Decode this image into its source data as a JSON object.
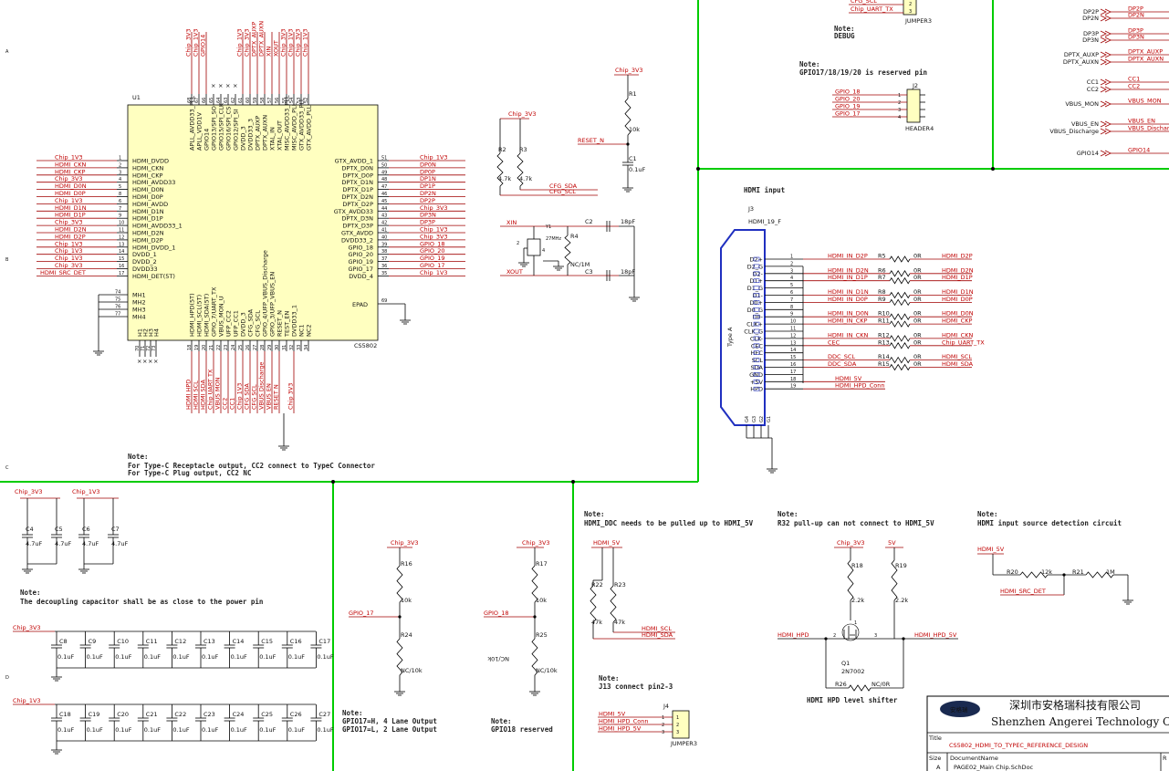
{
  "notes": {
    "note_label": "Note:",
    "typec_1": "For Type-C Receptacle output, CC2 connect to TypeC Connector",
    "typec_2": "For Type-C Plug output, CC2 NC",
    "debug": "DEBUG",
    "reserved": "GPIO17/18/19/20 is reserved pin",
    "decoupling": "The decoupling capacitor shall be as close to the power pin",
    "gpio17_1": "GPIO17=H, 4 Lane Output",
    "gpio17_2": "GPIO17=L, 2 Lane Output",
    "gpio18": "GPIO18 reserved",
    "ddc": "HDMI_DDC needs to be pulled up to HDMI_5V",
    "r32": "R32 pull-up can not connect to HDMI_5V",
    "detect": "HDMI input source detection circuit",
    "j13": "J13 connect pin2-3",
    "level_shifter": "HDMI HPD level shifter",
    "hdmi_input": "HDMI input"
  },
  "u1": {
    "ref": "U1",
    "part": "CS5802",
    "left_pins": [
      {
        "n": "1",
        "name": "HDMI_DVDD",
        "net": "Chip_1V3"
      },
      {
        "n": "2",
        "name": "HDMI_CKN",
        "net": "HDMI_CKN"
      },
      {
        "n": "3",
        "name": "HDMI_CKP",
        "net": "HDMI_CKP"
      },
      {
        "n": "4",
        "name": "HDMI_AVDD33",
        "net": "Chip_3V3"
      },
      {
        "n": "5",
        "name": "HDMI_D0N",
        "net": "HDMI_D0N"
      },
      {
        "n": "8",
        "name": "HDMI_D0P",
        "net": "HDMI_D0P"
      },
      {
        "n": "6",
        "name": "HDMI_AVDD",
        "net": "Chip_1V3"
      },
      {
        "n": "7",
        "name": "HDMI_D1N",
        "net": "HDMI_D1N"
      },
      {
        "n": "9",
        "name": "HDMI_D1P",
        "net": "HDMI_D1P"
      },
      {
        "n": "10",
        "name": "HDMI_AVDD33_1",
        "net": "Chip_3V3"
      },
      {
        "n": "11",
        "name": "HDMI_D2N",
        "net": "HDMI_D2N"
      },
      {
        "n": "12",
        "name": "HDMI_D2P",
        "net": "HDMI_D2P"
      },
      {
        "n": "13",
        "name": "HDMI_DVDD_1",
        "net": "Chip_1V3"
      },
      {
        "n": "14",
        "name": "DVDD_1",
        "net": "Chip_1V3"
      },
      {
        "n": "15",
        "name": "DVDD_2",
        "net": "Chip_1V3"
      },
      {
        "n": "16",
        "name": "DVDD33",
        "net": "Chip_3V3"
      },
      {
        "n": "17",
        "name": "HDMI_DET(5T)",
        "net": "HDMI_SRC_DET"
      }
    ],
    "right_pins": [
      {
        "n": "51",
        "name": "GTX_AVDD_1",
        "net": "Chip_1V3"
      },
      {
        "n": "50",
        "name": "DPTX_D0N",
        "net": "DP0N"
      },
      {
        "n": "49",
        "name": "DPTX_D0P",
        "net": "DP0P"
      },
      {
        "n": "48",
        "name": "DPTX_D1N",
        "net": "DP1N"
      },
      {
        "n": "47",
        "name": "DPTX_D1P",
        "net": "DP1P"
      },
      {
        "n": "46",
        "name": "DPTX_D2N",
        "net": "DP2N"
      },
      {
        "n": "45",
        "name": "DPTX_D2P",
        "net": "DP2P"
      },
      {
        "n": "44",
        "name": "GTX_AVDD33",
        "net": "Chip_3V3"
      },
      {
        "n": "43",
        "name": "DPTX_D3N",
        "net": "DP3N"
      },
      {
        "n": "42",
        "name": "DPTX_D3P",
        "net": "DP3P"
      },
      {
        "n": "41",
        "name": "GTX_AVDD",
        "net": "Chip_1V3"
      },
      {
        "n": "40",
        "name": "DVDD33_2",
        "net": "Chip_3V3"
      },
      {
        "n": "39",
        "name": "GPIO_18",
        "net": "GPIO_18"
      },
      {
        "n": "38",
        "name": "GPIO_20",
        "net": "GPIO_20"
      },
      {
        "n": "37",
        "name": "GPIO_19",
        "net": "GPIO_19"
      },
      {
        "n": "36",
        "name": "GPIO_17",
        "net": "GPIO_17"
      },
      {
        "n": "35",
        "name": "DVDD_4",
        "net": "Chip_1V3"
      }
    ],
    "top_pins": [
      {
        "n": "68",
        "name": "APLL_AVDD33_PLL",
        "net": "Chip_3V3"
      },
      {
        "n": "67",
        "name": "APLL_VDD1V",
        "net": "Chip_1V3"
      },
      {
        "n": "66",
        "name": "GPIO14",
        "net": "GPIO14"
      },
      {
        "n": "65",
        "name": "GPIO13/SPI_SO",
        "net": ""
      },
      {
        "n": "64",
        "name": "GPIO15/SPI_CLK",
        "net": ""
      },
      {
        "n": "63",
        "name": "GPIO16/SPI_CS",
        "net": ""
      },
      {
        "n": "62",
        "name": "GPIO12/SPI_SI",
        "net": ""
      },
      {
        "n": "61",
        "name": "DVDD_3",
        "net": "Chip_1V3"
      },
      {
        "n": "60",
        "name": "DVDD33_3",
        "net": "Chip_3V3"
      },
      {
        "n": "59",
        "name": "DPTX_AUXP",
        "net": "DPTX_AUXP"
      },
      {
        "n": "58",
        "name": "DPTX_AUXN",
        "net": "DPTX_AUXN"
      },
      {
        "n": "57",
        "name": "XTAL_IN",
        "net": "XIN"
      },
      {
        "n": "56",
        "name": "XTAL_OUT",
        "net": "XOUT"
      },
      {
        "n": "55",
        "name": "MISC_AVDD33_PLL",
        "net": "Chip_3V3"
      },
      {
        "n": "54",
        "name": "MISC_AVDD_PLL",
        "net": "Chip_1V3"
      },
      {
        "n": "53",
        "name": "GTX_AVDD33_PLL",
        "net": "Chip_3V3"
      },
      {
        "n": "52",
        "name": "GTX_AVDD_PLL",
        "net": "Chip_1V3"
      }
    ],
    "bottom_pins": [
      {
        "n": "18",
        "name": "HDMI_HPD(5T)",
        "net": "HDMI HPD"
      },
      {
        "n": "19",
        "name": "HDMI_SCL(5T)",
        "net": "HDMI SCL"
      },
      {
        "n": "20",
        "name": "HDMI_SDA(5T)",
        "net": "HDMI SDA"
      },
      {
        "n": "21",
        "name": "GPIO_7/UART_TX",
        "net": "Chip UART TX"
      },
      {
        "n": "22",
        "name": "VBUS_MON_U",
        "net": "VBUS MON"
      },
      {
        "n": "23",
        "name": "UFP_CC2",
        "net": "CC2"
      },
      {
        "n": "24",
        "name": "UFP_CC1",
        "net": "CC1"
      },
      {
        "n": "25",
        "name": "DVDD_3",
        "net": "Chip 1V3"
      },
      {
        "n": "26",
        "name": "CFG_SDA",
        "net": "CFG SDA"
      },
      {
        "n": "27",
        "name": "CFG_SCL",
        "net": "CFG SCL"
      },
      {
        "n": "28",
        "name": "GPIO_4/UFP_VBUS_Discharge",
        "net": "VBUS Discharge"
      },
      {
        "n": "29",
        "name": "GPIO_3/UFP_VBUS_EN",
        "net": "VBUS EN"
      },
      {
        "n": "30",
        "name": "RESET_N",
        "net": "RESET N"
      },
      {
        "n": "31",
        "name": "TEST_EN",
        "net": ""
      },
      {
        "n": "32",
        "name": "DVDD33_1",
        "net": "Chip 3V3"
      },
      {
        "n": "33",
        "name": "NC1",
        "net": ""
      },
      {
        "n": "34",
        "name": "NC2",
        "net": ""
      }
    ],
    "mh_pins": [
      {
        "n": "74",
        "name": "MH1"
      },
      {
        "n": "75",
        "name": "MH2"
      },
      {
        "n": "76",
        "name": "MH3"
      },
      {
        "n": "77",
        "name": "MH4"
      }
    ],
    "h_pins": [
      "70",
      "71",
      "72",
      "73"
    ],
    "h_names": [
      "H1",
      "H2",
      "H3",
      "H4"
    ],
    "epad": {
      "n": "69",
      "name": "EPAD"
    }
  },
  "top_right": {
    "j_top": {
      "net_cfg_scl": "CFG_SCL",
      "net_uart": "Chip_UART_TX",
      "pin2": "2",
      "pin3": "3",
      "name": "JUMPER3"
    },
    "j2": {
      "ref": "J2",
      "name": "HEADER4",
      "pins": [
        {
          "n": "1",
          "net": "GPIO_18"
        },
        {
          "n": "2",
          "net": "GPIO_20"
        },
        {
          "n": "3",
          "net": "GPIO_19"
        },
        {
          "n": "4",
          "net": "GPIO_17"
        }
      ]
    },
    "ports_left": [
      {
        "label": "DP2P",
        "net": "DP2P"
      },
      {
        "label": "DP2N",
        "net": "DP2N"
      },
      {
        "label": "DP3P",
        "net": "DP3P"
      },
      {
        "label": "DP3N",
        "net": "DP3N"
      },
      {
        "label": "DPTX_AUXP",
        "net": "DPTX_AUXP"
      },
      {
        "label": "DPTX_AUXN",
        "net": "DPTX_AUXN"
      },
      {
        "label": "CC1",
        "net": "CC1"
      },
      {
        "label": "CC2",
        "net": "CC2"
      },
      {
        "label": "VBUS_MON",
        "net": "VBUS_MON"
      },
      {
        "label": "VBUS_EN",
        "net": "VBUS_EN"
      },
      {
        "label": "VBUS_Discharge",
        "net": "VBUS_Discharge"
      },
      {
        "label": "GPIO14",
        "net": "GPIO14"
      }
    ]
  },
  "reset": {
    "net_3v3": "Chip_3V3",
    "r1": "R1",
    "r1v": "10k",
    "c1": "C1",
    "c1v": "0.1uF",
    "reset": "RESET_N"
  },
  "cfg": {
    "net": "Chip_3V3",
    "r2": "R2",
    "r2v": "4.7k",
    "r3": "R3",
    "r3v": "4.7k",
    "sda": "CFG_SDA",
    "scl": "CFG_SCL"
  },
  "xtal": {
    "xin": "XIN",
    "xout": "XOUT",
    "y1": "Y1",
    "freq": "27MHz",
    "r4": "R4",
    "r4v": "NC/1M",
    "c2": "C2",
    "c2v": "18pF",
    "c3": "C3",
    "c3v": "18pF",
    "p1": "1",
    "p2": "2",
    "p3": "3",
    "p4": "4"
  },
  "hdmi": {
    "ref": "J3",
    "part": "HDMI_19_F",
    "type": "Type A",
    "pins": [
      {
        "n": "1",
        "name": "D2+",
        "net": "HDMI_IN_D2P",
        "r": "R5",
        "rv": "0R",
        "out": "HDMI_D2P"
      },
      {
        "n": "2",
        "name": "D2_G",
        "net": "",
        "r": "",
        "rv": "",
        "out": ""
      },
      {
        "n": "3",
        "name": "D2-",
        "net": "HDMI_IN_D2N",
        "r": "R6",
        "rv": "0R",
        "out": "HDMI_D2N"
      },
      {
        "n": "4",
        "name": "D1+",
        "net": "HDMI_IN_D1P",
        "r": "R7",
        "rv": "0R",
        "out": "HDMI_D1P"
      },
      {
        "n": "5",
        "name": "D1_G",
        "net": "",
        "r": "",
        "rv": "",
        "out": ""
      },
      {
        "n": "6",
        "name": "D1-",
        "net": "HDMI_IN_D1N",
        "r": "R8",
        "rv": "0R",
        "out": "HDMI_D1N"
      },
      {
        "n": "7",
        "name": "D0+",
        "net": "HDMI_IN_D0P",
        "r": "R9",
        "rv": "0R",
        "out": "HDMI_D0P"
      },
      {
        "n": "8",
        "name": "D0_G",
        "net": "",
        "r": "",
        "rv": "",
        "out": ""
      },
      {
        "n": "9",
        "name": "D0-",
        "net": "HDMI_IN_D0N",
        "r": "R10",
        "rv": "0R",
        "out": "HDMI_D0N"
      },
      {
        "n": "10",
        "name": "CLK+",
        "net": "HDMI_IN_CKP",
        "r": "R11",
        "rv": "0R",
        "out": "HDMI_CKP"
      },
      {
        "n": "11",
        "name": "CLK_G",
        "net": "",
        "r": "",
        "rv": "",
        "out": ""
      },
      {
        "n": "12",
        "name": "CLK-",
        "net": "HDMI_IN_CKN",
        "r": "R12",
        "rv": "0R",
        "out": "HDMI_CKN"
      },
      {
        "n": "13",
        "name": "CEC",
        "net": "CEC",
        "r": "R13",
        "rv": "0R",
        "out": "Chip_UART_TX"
      },
      {
        "n": "14",
        "name": "HEC",
        "net": "",
        "r": "",
        "rv": "",
        "out": ""
      },
      {
        "n": "15",
        "name": "SCL",
        "net": "DDC_SCL",
        "r": "R14",
        "rv": "0R",
        "out": "HDMI_SCL"
      },
      {
        "n": "16",
        "name": "SDA",
        "net": "DDC_SDA",
        "r": "R15",
        "rv": "0R",
        "out": "HDMI_SDA"
      },
      {
        "n": "17",
        "name": "GND",
        "net": "",
        "r": "",
        "rv": "",
        "out": ""
      },
      {
        "n": "18",
        "name": "+5V",
        "net": "HDMI_5V",
        "r": "",
        "rv": "",
        "out": ""
      },
      {
        "n": "19",
        "name": "HPD",
        "net": "HDMI_HPD_Conn",
        "r": "",
        "rv": "",
        "out": ""
      }
    ],
    "g_pins": [
      "G4",
      "G3",
      "G2",
      "G1"
    ]
  },
  "decoup_top": {
    "net_3v3": "Chip_3V3",
    "net_1v3": "Chip_1V3",
    "caps": [
      {
        "r": "C4",
        "v": "4.7uF"
      },
      {
        "r": "C5",
        "v": "4.7uF"
      },
      {
        "r": "C6",
        "v": "4.7uF"
      },
      {
        "r": "C7",
        "v": "4.7uF"
      }
    ]
  },
  "decoup_row1": {
    "net": "Chip_3V3",
    "caps": [
      {
        "r": "C8",
        "v": "0.1uF"
      },
      {
        "r": "C9",
        "v": "0.1uF"
      },
      {
        "r": "C10",
        "v": "0.1uF"
      },
      {
        "r": "C11",
        "v": "0.1uF"
      },
      {
        "r": "C12",
        "v": "0.1uF"
      },
      {
        "r": "C13",
        "v": "0.1uF"
      },
      {
        "r": "C14",
        "v": "0.1uF"
      },
      {
        "r": "C15",
        "v": "0.1uF"
      },
      {
        "r": "C16",
        "v": "0.1uF"
      },
      {
        "r": "C17",
        "v": "0.1uF"
      }
    ]
  },
  "decoup_row2": {
    "net": "Chip_1V3",
    "caps": [
      {
        "r": "C18",
        "v": "0.1uF"
      },
      {
        "r": "C19",
        "v": "0.1uF"
      },
      {
        "r": "C20",
        "v": "0.1uF"
      },
      {
        "r": "C21",
        "v": "0.1uF"
      },
      {
        "r": "C22",
        "v": "0.1uF"
      },
      {
        "r": "C23",
        "v": "0.1uF"
      },
      {
        "r": "C24",
        "v": "0.1uF"
      },
      {
        "r": "C25",
        "v": "0.1uF"
      },
      {
        "r": "C26",
        "v": "0.1uF"
      },
      {
        "r": "C27",
        "v": "0.1uF"
      }
    ]
  },
  "gpio17": {
    "net": "Chip_3V3",
    "r16": "R16",
    "r16v": "10k",
    "r24": "R24",
    "r24v": "NC/10k",
    "gpio": "GPIO_17"
  },
  "gpio18": {
    "net": "Chip_3V3",
    "r17": "R17",
    "r17v": "10k",
    "r25": "R25",
    "r25v": "NC/10k",
    "r25v_alt": "NC/10k",
    "gpio": "GPIO_18"
  },
  "ddc": {
    "net": "HDMI_5V",
    "r22": "R22",
    "r22v": "47k",
    "r23": "R23",
    "r23v": "47k",
    "scl": "HDMI_SCL",
    "sda": "HDMI_SDA"
  },
  "hpd": {
    "net3v3": "Chip_3V3",
    "net5v": "5V",
    "r18": "R18",
    "r18v": "2.2k",
    "r19": "R19",
    "r19v": "2.2k",
    "q": "Q1",
    "qp": "2N7002",
    "r26": "R26",
    "r26v": "NC/0R",
    "in": "HDMI_HPD",
    "out": "HDMI_HPD_5V",
    "p1": "1",
    "p2": "2",
    "p3": "3"
  },
  "detect": {
    "net": "HDMI_5V",
    "r20": "R20",
    "r20v": "12k",
    "r21": "R21",
    "r21v": "1M",
    "out": "HDMI_SRC_DET"
  },
  "j4": {
    "ref": "J4",
    "name": "JUMPER3",
    "nets": [
      "HDMI_5V",
      "HDMI_HPD_Conn",
      "HDMI_HPD_5V"
    ],
    "pins": [
      "1",
      "2",
      "3"
    ]
  },
  "title_block": {
    "company_cn": "深圳市安格瑞科技有限公司",
    "company_en": "Shenzhen Angerei Technology Co., Lt",
    "logo_text": "安格瑞",
    "title_label": "Title",
    "title": "CS5802_HDMI_TO_TYPEC_REFERENCE_DESIGN",
    "size_label": "Size",
    "size": "A",
    "doc_label": "DocumentName",
    "doc": "PAGE02_Main Chip.SchDoc",
    "rev_label": "R"
  },
  "border": {
    "rows": [
      "A",
      "B",
      "C",
      "D"
    ]
  }
}
